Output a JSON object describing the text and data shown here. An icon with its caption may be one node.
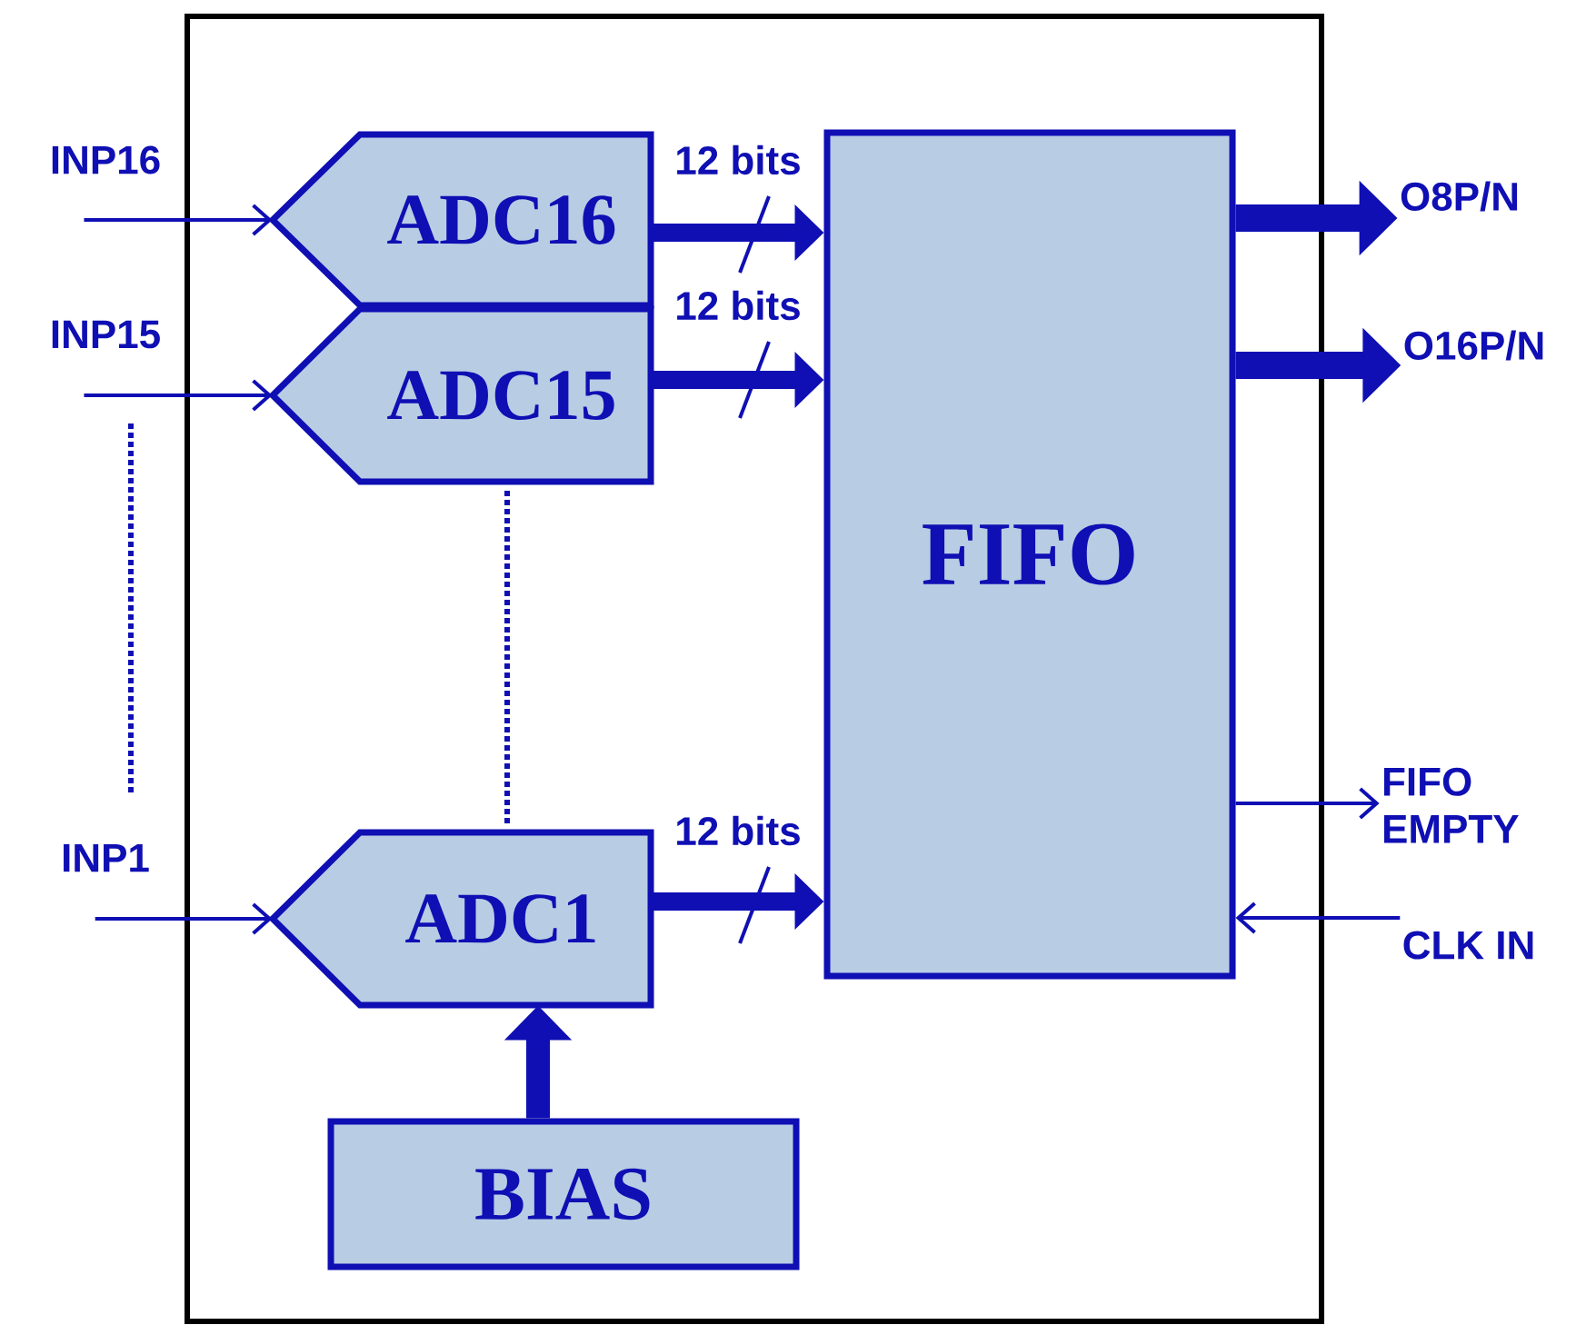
{
  "diagram": {
    "nodes": [
      {
        "text": [],
        "shape": "box"
      },
      {
        "text": [
          "INP16"
        ]
      },
      {
        "text": [
          "ADC16"
        ],
        "in": 0
      },
      {
        "text": [
          "INP15"
        ]
      },
      {
        "text": [
          "ADC15"
        ],
        "in": 0
      },
      {
        "text": [
          "INP1"
        ]
      },
      {
        "text": [
          "ADC1"
        ],
        "in": 0
      },
      {
        "text": [
          "FIFO"
        ],
        "in": 0
      },
      {
        "text": [
          "O8P/N"
        ]
      },
      {
        "text": [
          "O16P/N"
        ]
      },
      {
        "text": [
          "FIFO EMPTY"
        ]
      },
      {
        "text": [
          "CLK IN"
        ]
      },
      {
        "text": [
          "BIAS"
        ],
        "in": 0
      }
    ],
    "edges": [
      {
        "from": 1,
        "to": 2,
        "arrow": "to"
      },
      {
        "from": 3,
        "to": 4,
        "arrow": "to"
      },
      {
        "from": 5,
        "to": 6,
        "arrow": "to"
      },
      {
        "from": 2,
        "to": 7,
        "arrow": "to",
        "label": "12 bits"
      },
      {
        "from": 4,
        "to": 7,
        "arrow": "to",
        "label": "12 bits"
      },
      {
        "from": 6,
        "to": 7,
        "arrow": "to",
        "label": "12 bits"
      },
      {
        "from": 7,
        "to": 8,
        "arrow": "to"
      },
      {
        "from": 7,
        "to": 9,
        "arrow": "to"
      },
      {
        "from": 7,
        "to": 10,
        "arrow": "to"
      },
      {
        "from": 11,
        "to": 7,
        "arrow": "to"
      },
      {
        "from": 12,
        "to": 6,
        "arrow": "to"
      }
    ]
  }
}
